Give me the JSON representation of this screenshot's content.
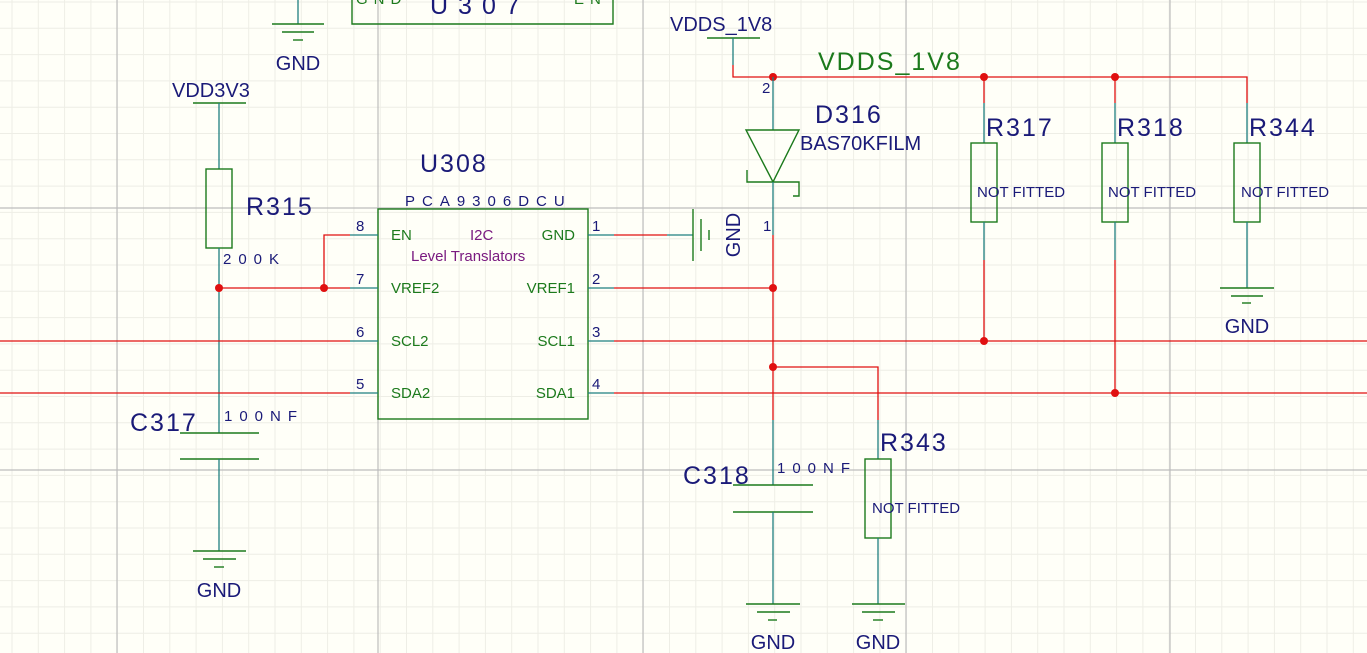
{
  "colors": {
    "wire": "#e01010",
    "pin": "#1f7f80",
    "symbol": "#1c7a1c",
    "label": "#1a1a78",
    "junction": "#e01010",
    "grid": "#bdbdbd"
  },
  "power": {
    "gnd": "GND",
    "vdd3v3": "VDD3V3",
    "vdds_1v8": "VDDS_1V8"
  },
  "net_labels": {
    "vdds_1v8": "VDDS_1V8"
  },
  "u307": {
    "ref": "U307",
    "pin_left": "GND",
    "pin_right": "EN"
  },
  "u308": {
    "ref": "U308",
    "part": "PCA9306DCU",
    "function_line1": "I2C",
    "function_line2": "Level Translators",
    "pins": [
      {
        "num": "8",
        "name": "EN"
      },
      {
        "num": "7",
        "name": "VREF2"
      },
      {
        "num": "6",
        "name": "SCL2"
      },
      {
        "num": "5",
        "name": "SDA2"
      },
      {
        "num": "1",
        "name": "GND"
      },
      {
        "num": "2",
        "name": "VREF1"
      },
      {
        "num": "3",
        "name": "SCL1"
      },
      {
        "num": "4",
        "name": "SDA1"
      }
    ]
  },
  "r315": {
    "ref": "R315",
    "value": "200K"
  },
  "c317": {
    "ref": "C317",
    "value": "100NF"
  },
  "c318": {
    "ref": "C318",
    "value": "100NF"
  },
  "d316": {
    "ref": "D316",
    "part": "BAS70KFILM",
    "pin_anode": "2",
    "pin_cathode": "1"
  },
  "r317": {
    "ref": "R317",
    "value": "NOT FITTED"
  },
  "r318": {
    "ref": "R318",
    "value": "NOT FITTED"
  },
  "r344": {
    "ref": "R344",
    "value": "NOT FITTED"
  },
  "r343": {
    "ref": "R343",
    "value": "NOT FITTED"
  }
}
